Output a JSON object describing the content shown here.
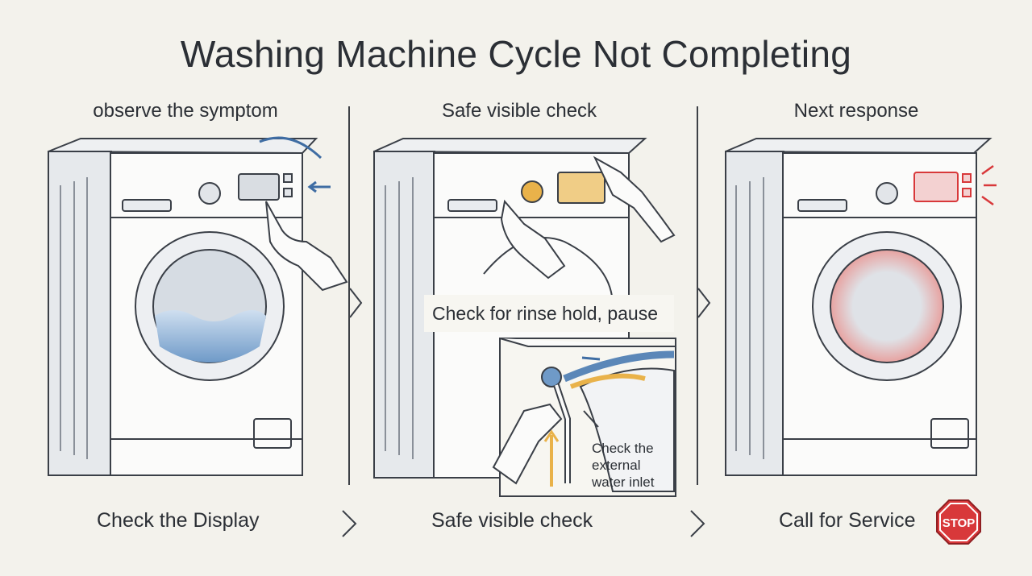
{
  "title": "Washing Machine Cycle Not Completing",
  "columns": [
    {
      "heading": "observe the symptom",
      "footer": "Check the Display"
    },
    {
      "heading": "Safe visible check",
      "footer": "Safe visible check"
    },
    {
      "heading": "Next response",
      "footer": "Call for Service"
    }
  ],
  "callout": "Check for rinse hold, pause",
  "inlet_note": [
    "Check the",
    "external",
    "water inlet"
  ],
  "stop_sign": "STOP",
  "colors": {
    "background": "#f3f2ec",
    "ink": "#2b2f35",
    "water": "#5b87b8",
    "highlight": "#e9b24a",
    "alert": "#d8383a"
  }
}
